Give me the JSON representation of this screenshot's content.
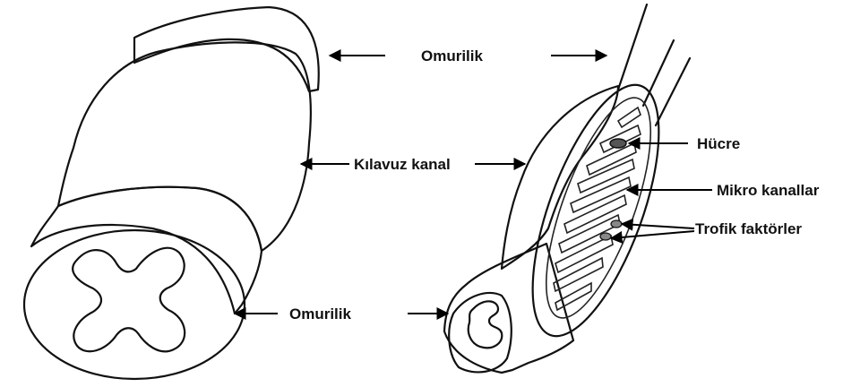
{
  "labels": {
    "omurilik_top": "Omurilik",
    "kilavuz_kanal": "Kılavuz kanal",
    "omurilik_bottom": "Omurilik",
    "hucre": "Hücre",
    "mikro_kanallar": "Mikro kanallar",
    "trofik_faktorler": "Trofik faktörler"
  },
  "colors": {
    "conduit_gray": "#a9a9a9",
    "line": "#111111",
    "background": "#ffffff"
  }
}
